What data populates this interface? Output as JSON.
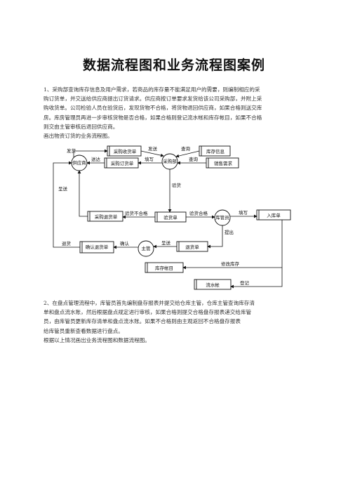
{
  "title": "数据流程图和业务流程图案例",
  "paragraph1": {
    "lines": [
      "1、采购部查询库存信息及用户需求，若商品的库存量不能满足用户的需要，则编制相应的采",
      "购订货单，并交送给供应商提出订货请求。供应商按订单要求发货给该公司采购部，并附上采",
      "购收货单。公司检验人员在验货后，发现货物不合格，将货物退回供应商，如果合格则送交库",
      "房。库房管理员再进一步审核货物是否合格，如果合格则登记流水帐和库存帐目，如果不合格",
      "则交由主管审核后退回供应商。"
    ],
    "tail": "画出物资订货的业务流程图。"
  },
  "paragraph2": {
    "lines": [
      "2、在盘点管理流程中，库管员首先编制盘存报表并提交给仓库主管，仓库主管查询库存清",
      "单和盘点流水账，然后根据盘点规定进行审核，如果合格则提交合格盘存报表递交给库管",
      "员，由库管员更新库存清单和盘点流水账。如果不合格则由主观返回不合格盘存报表",
      "给库管员重新查看数据进行盘点。"
    ],
    "tail": "根据以上情况画出业务流程图和数据流程图。"
  },
  "diagram": {
    "nodes": {
      "supplier": "供应商",
      "purchasing": "采购部",
      "warehouse_keeper": "库管员",
      "supervisor": "主管",
      "receipt_note": "采购收货单",
      "order_form": "采购订货单",
      "return_note": "采购退货单",
      "inspection_note": "验货单",
      "confirm_return": "确认退货单",
      "return_form": "退货单",
      "stock_info": "库存信息",
      "sales_demand": "销售需求",
      "stock_in": "入库单",
      "stock_ledger": "库存帐目",
      "flow_ledger": "流水帐"
    },
    "labels": {
      "deliver": "发货",
      "send": "发送",
      "query1": "查询",
      "send2": "送达",
      "fill1": "填写",
      "query2": "查询",
      "inspect": "验货",
      "submit": "呈送",
      "unqualified": "验货不合格",
      "qualified": "验货合格",
      "fill2": "填写",
      "propose": "提出",
      "return_goods": "退货",
      "confirm": "确认",
      "submit2": "呈送",
      "modify_stock": "修改库存",
      "register": "登记"
    }
  }
}
